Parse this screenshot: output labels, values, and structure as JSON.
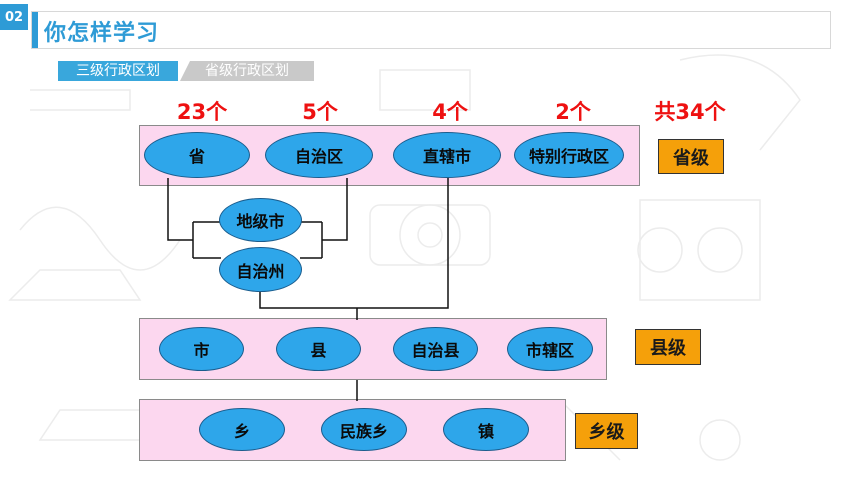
{
  "header": {
    "slide_number": "02",
    "title": "你怎样学习"
  },
  "tabs": [
    {
      "label": "三级行政区划",
      "active": true
    },
    {
      "label": "省级行政区划",
      "active": false
    }
  ],
  "counts": [
    "23个",
    "5个",
    "4个",
    "2个",
    "共34个"
  ],
  "province_level": {
    "nodes": [
      "省",
      "自治区",
      "直辖市",
      "特别行政区"
    ],
    "label": "省级"
  },
  "intermediate": [
    "地级市",
    "自治州"
  ],
  "county_level": {
    "nodes": [
      "市",
      "县",
      "自治县",
      "市辖区"
    ],
    "label": "县级"
  },
  "township_level": {
    "nodes": [
      "乡",
      "民族乡",
      "镇"
    ],
    "label": "乡级"
  },
  "colors": {
    "accent": "#2e9bd6",
    "node_fill": "#2ea6ea",
    "band_fill": "#fcd7ef",
    "level_label_fill": "#f5a00a",
    "count_text": "#ee1111"
  }
}
